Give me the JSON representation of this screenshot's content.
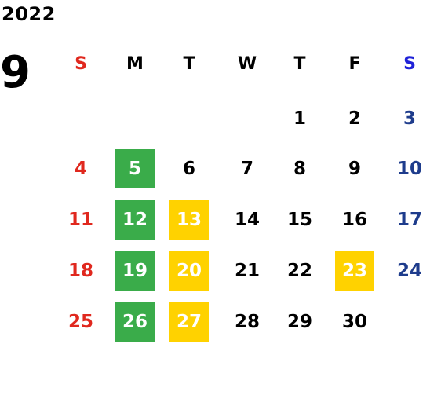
{
  "year": "2022",
  "month": "9",
  "colors": {
    "sunday": "#e0281e",
    "saturday_header": "#1f22d8",
    "saturday": "#1e3c8c",
    "weekday": "#000000",
    "green_highlight": "#3aac4a",
    "yellow_highlight": "#ffd200"
  },
  "weekdays": [
    "S",
    "M",
    "T",
    "W",
    "T",
    "F",
    "S"
  ],
  "weeks": [
    [
      null,
      null,
      null,
      null,
      {
        "d": "1"
      },
      {
        "d": "2"
      },
      {
        "d": "3"
      }
    ],
    [
      {
        "d": "4"
      },
      {
        "d": "5",
        "hl": "green"
      },
      {
        "d": "6"
      },
      {
        "d": "7"
      },
      {
        "d": "8"
      },
      {
        "d": "9"
      },
      {
        "d": "10"
      }
    ],
    [
      {
        "d": "11"
      },
      {
        "d": "12",
        "hl": "green"
      },
      {
        "d": "13",
        "hl": "yellow"
      },
      {
        "d": "14"
      },
      {
        "d": "15"
      },
      {
        "d": "16"
      },
      {
        "d": "17"
      }
    ],
    [
      {
        "d": "18"
      },
      {
        "d": "19",
        "hl": "green"
      },
      {
        "d": "20",
        "hl": "yellow"
      },
      {
        "d": "21"
      },
      {
        "d": "22"
      },
      {
        "d": "23",
        "hl": "yellow"
      },
      {
        "d": "24"
      }
    ],
    [
      {
        "d": "25"
      },
      {
        "d": "26",
        "hl": "green"
      },
      {
        "d": "27",
        "hl": "yellow"
      },
      {
        "d": "28"
      },
      {
        "d": "29"
      },
      {
        "d": "30"
      },
      null
    ]
  ]
}
